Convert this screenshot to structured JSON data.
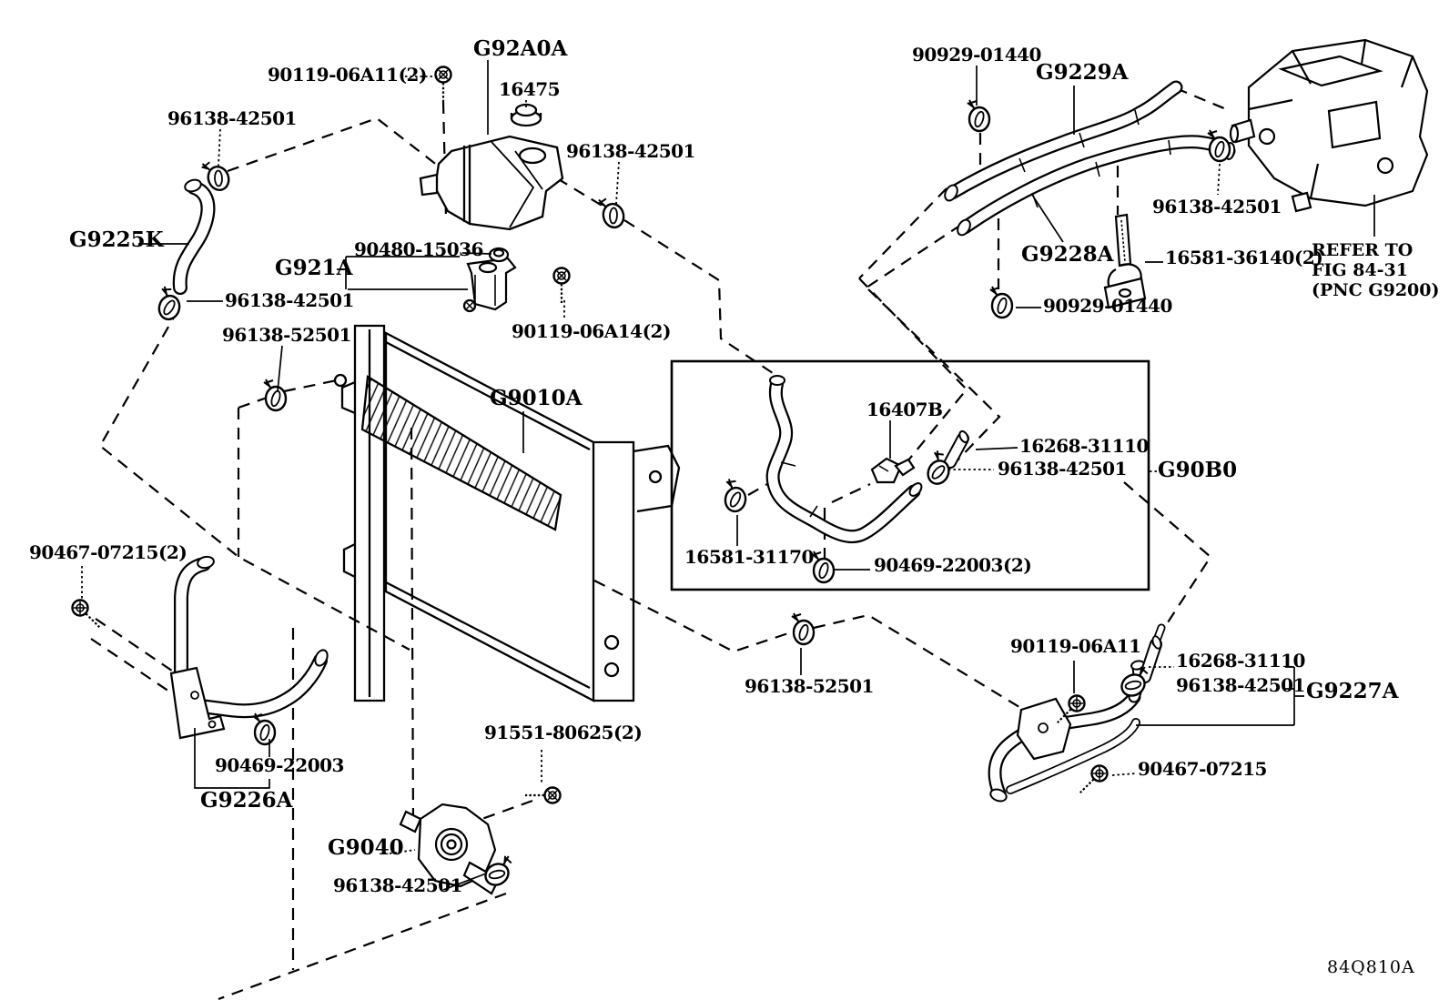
{
  "diagram": {
    "figure_code": "84Q810A",
    "note": {
      "line1": "REFER TO",
      "line2": "FIG 84-31",
      "line3": "(PNC G9200)"
    },
    "part_labels": {
      "g92a0a": "G92A0A",
      "g9010a": "G9010A",
      "g9040": "G9040",
      "g90b0": "G90B0",
      "g921a": "G921A",
      "g9225k": "G9225K",
      "g9226a": "G9226A",
      "g9227a": "G9227A",
      "g9228a": "G9228A",
      "g9229a": "G9229A",
      "p16475": "16475",
      "p16407b": "16407B",
      "p16268_31110": "16268-31110",
      "p16581_31170": "16581-31170",
      "p16581_36140_2": "16581-36140(2)",
      "p90119_06a11_2": "90119-06A11(2)",
      "p90119_06a11": "90119-06A11",
      "p90119_06a14_2": "90119-06A14(2)",
      "p90467_07215_2": "90467-07215(2)",
      "p90467_07215": "90467-07215",
      "p90469_22003_2": "90469-22003(2)",
      "p90469_22003": "90469-22003",
      "p90480_15036": "90480-15036",
      "p90929_01440": "90929-01440",
      "p91551_80625_2": "91551-80625(2)",
      "p96138_42501": "96138-42501",
      "p96138_52501": "96138-52501"
    }
  }
}
